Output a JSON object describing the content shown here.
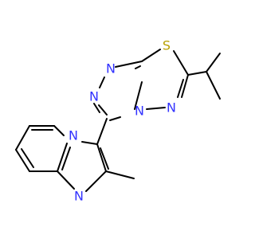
{
  "molecule": {
    "atoms": {
      "n_triazole_top": "N",
      "n_triazole_left": "N",
      "n_fused_bridge": "N",
      "s_thiadiazole": "S",
      "n_thiadiazole": "N",
      "n_pyridine_bridge": "N",
      "n_imidazole": "N"
    },
    "colors": {
      "nitrogen": "#3333ff",
      "sulfur": "#b8a000",
      "bond": "#000000",
      "background": "#ffffff"
    }
  }
}
